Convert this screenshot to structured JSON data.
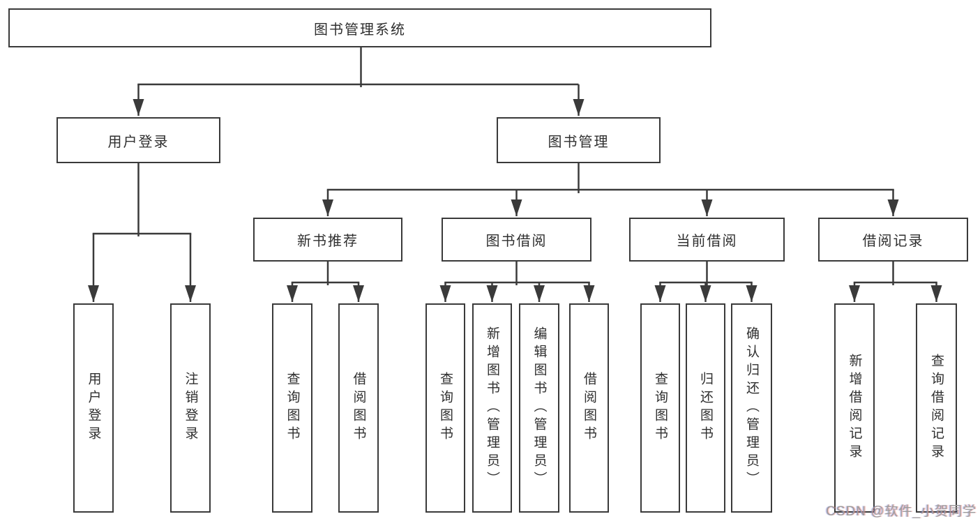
{
  "page": {
    "background": "#ffffff"
  },
  "diagram": {
    "root": {
      "label": "图书管理系统"
    },
    "branches": [
      {
        "label": "用户登录",
        "children": [
          {
            "label": "用户登录"
          },
          {
            "label": "注销登录"
          }
        ]
      },
      {
        "label": "图书管理",
        "sections": [
          {
            "label": "新书推荐",
            "children": [
              {
                "label": "查询图书"
              },
              {
                "label": "借阅图书"
              }
            ]
          },
          {
            "label": "图书借阅",
            "children": [
              {
                "label": "查询图书"
              },
              {
                "label": "新增图书（管理员）"
              },
              {
                "label": "编辑图书（管理员）"
              },
              {
                "label": "借阅图书"
              }
            ]
          },
          {
            "label": "当前借阅",
            "children": [
              {
                "label": "查询图书"
              },
              {
                "label": "归还图书"
              },
              {
                "label": "确认归还（管理员）"
              }
            ]
          },
          {
            "label": "借阅记录",
            "children": [
              {
                "label": "新增借阅记录"
              },
              {
                "label": "查询借阅记录"
              }
            ]
          }
        ]
      }
    ],
    "colors": {
      "line": "#3a3a3a",
      "box_border": "#3a3a3a",
      "box_fill": "#ffffff",
      "text": "#2f2f2f"
    }
  },
  "watermark": {
    "text": "CSDN @软件_小贺同学",
    "color": "#9c9c9c"
  }
}
